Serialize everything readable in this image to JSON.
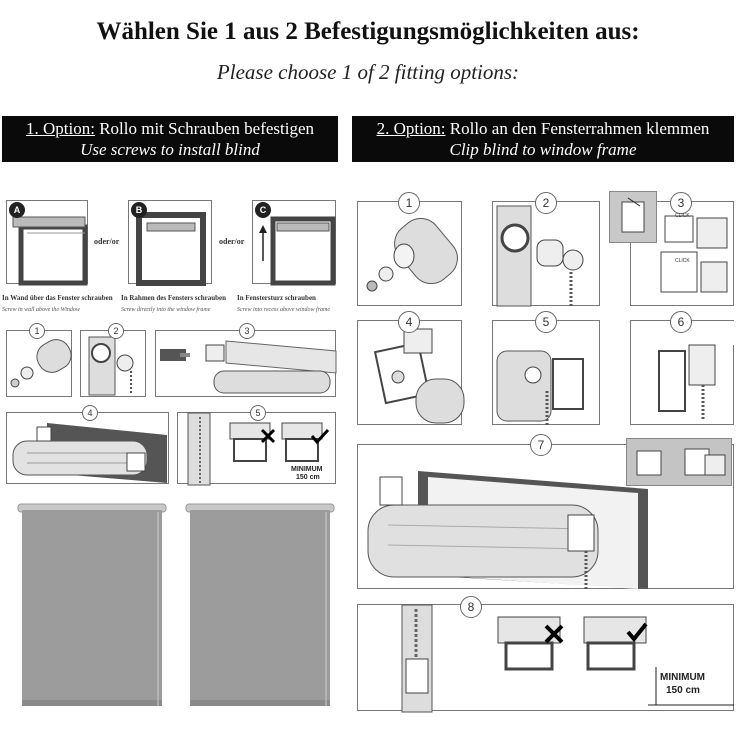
{
  "header": {
    "title": "Wählen Sie 1 aus 2 Befestigungsmöglichkeiten aus:",
    "subtitle": "Please choose 1 of 2 fitting options:"
  },
  "option1": {
    "prefix": "1. Option:",
    "title_de": "Rollo mit Schrauben befestigen",
    "title_en": "Use screws to install blind",
    "methods": [
      {
        "letter": "A",
        "caption_de": "In Wand über das Fenster schrauben",
        "caption_en": "Screw in wall above the Window"
      },
      {
        "letter": "B",
        "caption_de": "In Rahmen des Fensters schrauben",
        "caption_en": "Screw directly into the window frame"
      },
      {
        "letter": "C",
        "caption_de": "In Fenstersturz schrauben",
        "caption_en": "Screw into recess above window frame"
      }
    ],
    "separator": "oder/or",
    "steps": [
      "1",
      "2",
      "3",
      "4",
      "5"
    ],
    "minimum_label": "MINIMUM",
    "minimum_value": "150 cm"
  },
  "option2": {
    "prefix": "2. Option:",
    "title_de": "Rollo an den Fensterrahmen klemmen",
    "title_en": "Clip blind to window frame",
    "steps": [
      "1",
      "2",
      "3",
      "4",
      "5",
      "6",
      "7",
      "8"
    ],
    "click_label": "CLICK",
    "minimum_label": "MINIMUM",
    "minimum_value": "150 cm"
  },
  "colors": {
    "bar": "#0a0a0a",
    "blind": "#9c9c9c",
    "panel_border": "#777777"
  }
}
